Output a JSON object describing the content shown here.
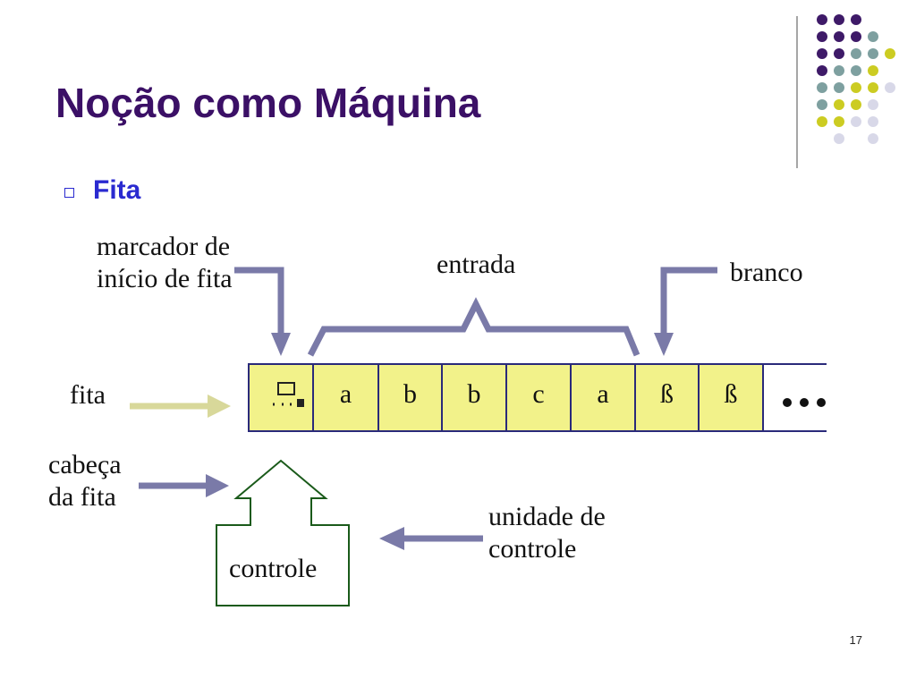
{
  "slide": {
    "title": "Noção como Máquina",
    "bullet": "Fita",
    "page_number": "17"
  },
  "diagram": {
    "labels": {
      "start_marker": [
        "marcador de",
        "início de fita"
      ],
      "input": "entrada",
      "blank": "branco",
      "tape": "fita",
      "tape_head": [
        "cabeça",
        "da fita"
      ],
      "control_unit": [
        "unidade de",
        "controle"
      ],
      "control_box": "controle"
    },
    "tape_cells": [
      "a",
      "b",
      "b",
      "c",
      "a",
      "ß",
      "ß"
    ],
    "ellipsis": "•••",
    "colors": {
      "title": "#3b1066",
      "bullet": "#2a2ad0",
      "tape_fill": "#f2f28a",
      "tape_border": "#2a2a7a",
      "arrow": "#7a7aa8",
      "tape_arrow": "#d8d89a",
      "control_border": "#1a5a1a"
    }
  }
}
